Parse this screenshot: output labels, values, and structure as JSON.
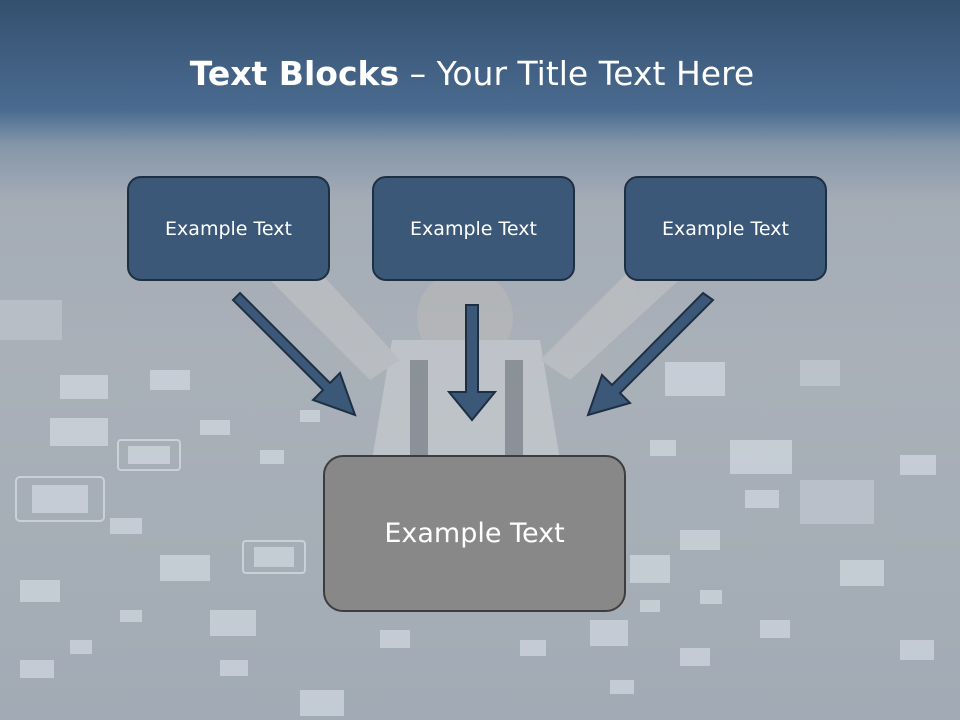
{
  "title": {
    "bold": "Text Blocks",
    "dash": " – ",
    "rest": "Your Title Text Here"
  },
  "blocks": {
    "left": "Example Text",
    "center": "Example Text",
    "right": "Example Text",
    "bottom": "Example Text"
  },
  "colors": {
    "header_blue": "#3f5f82",
    "box_fill": "#3b5878",
    "box_border": "#1f2f43",
    "bottom_fill": "#888888",
    "arrow_fill": "#3b5878"
  }
}
